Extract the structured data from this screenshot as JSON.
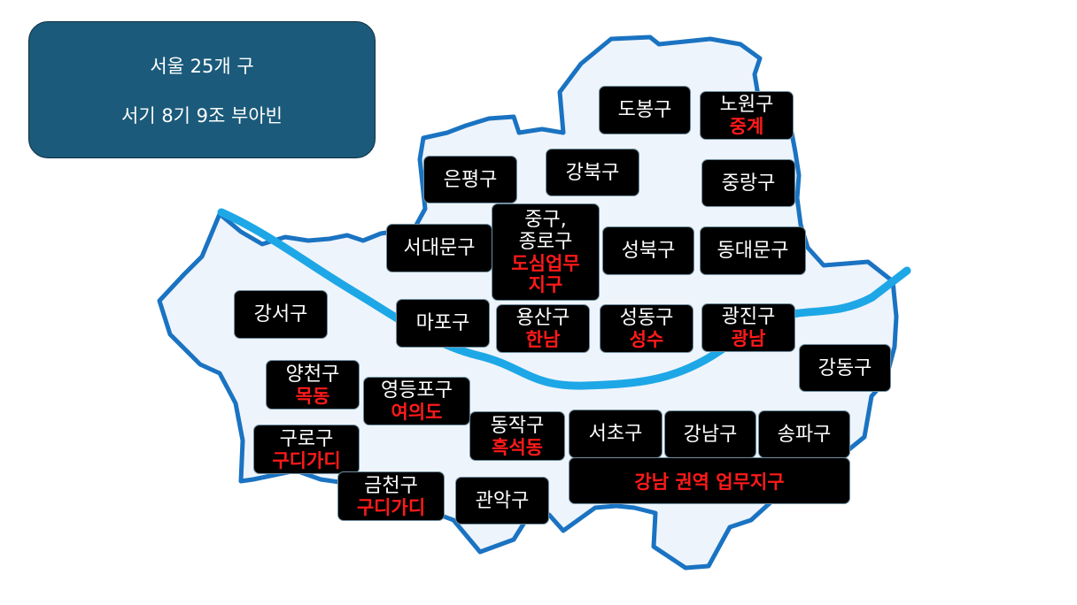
{
  "title": {
    "line1": "서울 25개 구",
    "line2": "서기 8기 9조 부아빈"
  },
  "colors": {
    "map_fill": "#eef4fb",
    "map_outline": "#1a73c2",
    "river": "#1ea7e6",
    "title_bg": "#1b5a7a",
    "district_bg": "#000000",
    "highlight_text": "#ff1a1a"
  },
  "districts": {
    "dobong": {
      "name": "도봉구"
    },
    "nowon": {
      "name": "노원구",
      "tag": "중계"
    },
    "eunpyeong": {
      "name": "은평구"
    },
    "gangbuk": {
      "name": "강북구"
    },
    "jungnang": {
      "name": "중랑구"
    },
    "seodaemun": {
      "name": "서대문구"
    },
    "jung_jongno": {
      "name_line1": "중구,",
      "name_line2": "종로구",
      "tag_line1": "도심업무",
      "tag_line2": "지구"
    },
    "seongbuk": {
      "name": "성북구"
    },
    "dongdaemun": {
      "name": "동대문구"
    },
    "gangseo": {
      "name": "강서구"
    },
    "mapo": {
      "name": "마포구"
    },
    "yongsan": {
      "name": "용산구",
      "tag": "한남"
    },
    "seongdong": {
      "name": "성동구",
      "tag": "성수"
    },
    "gwangjin": {
      "name": "광진구",
      "tag": "광남"
    },
    "gangdong": {
      "name": "강동구"
    },
    "yangcheon": {
      "name": "양천구",
      "tag": "목동"
    },
    "yeongdeungpo": {
      "name": "영등포구",
      "tag": "여의도"
    },
    "dongjak": {
      "name": "동작구",
      "tag": "흑석동"
    },
    "seocho": {
      "name": "서초구"
    },
    "gangnam": {
      "name": "강남구"
    },
    "songpa": {
      "name": "송파구"
    },
    "guro": {
      "name": "구로구",
      "tag": "구디가디"
    },
    "geumcheon": {
      "name": "금천구",
      "tag": "구디가디"
    },
    "gwanak": {
      "name": "관악구"
    }
  },
  "gangnam_zone": {
    "label": "강남 권역 업무지구"
  }
}
